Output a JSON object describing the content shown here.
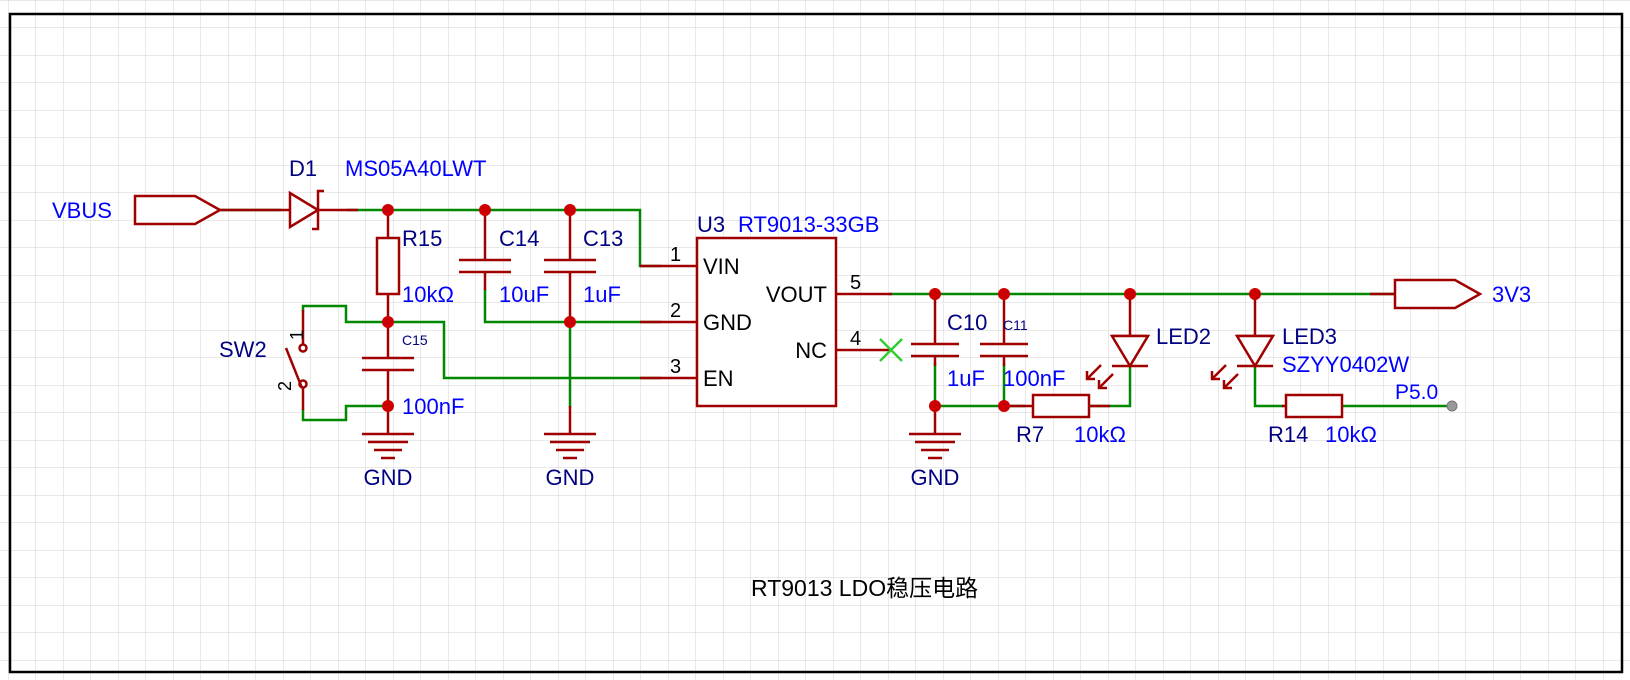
{
  "colors": {
    "background": "#ffffff",
    "grid": "#d3d3d3",
    "frame": "#000000",
    "wire": "#008800",
    "component": "#a00000",
    "junction": "#cc0000",
    "designator": "#000080",
    "value": "#0000ff",
    "no_connect": "#33cc33",
    "title": "#000000"
  },
  "title": "RT9013 LDO稳压电路",
  "ports": {
    "vbus": "VBUS",
    "v3v3": "3V3",
    "p50": "P5.0"
  },
  "diode": {
    "designator": "D1",
    "part": "MS05A40LWT"
  },
  "resistors": {
    "r15": {
      "designator": "R15",
      "value": "10kΩ"
    },
    "r7": {
      "designator": "R7",
      "value": "10kΩ"
    },
    "r14": {
      "designator": "R14",
      "value": "10kΩ"
    }
  },
  "capacitors": {
    "c14": {
      "designator": "C14",
      "value": "10uF"
    },
    "c13": {
      "designator": "C13",
      "value": "1uF"
    },
    "c15": {
      "designator": "C15",
      "value": "100nF"
    },
    "c10": {
      "designator": "C10",
      "value": "1uF"
    },
    "c11": {
      "designator": "C11",
      "value": "100nF"
    }
  },
  "switch": {
    "designator": "SW2",
    "pin1": "1",
    "pin2": "2"
  },
  "regulator": {
    "designator": "U3",
    "part": "RT9013-33GB",
    "pins": [
      {
        "num": "1",
        "name": "VIN"
      },
      {
        "num": "2",
        "name": "GND"
      },
      {
        "num": "3",
        "name": "EN"
      },
      {
        "num": "5",
        "name": "VOUT"
      },
      {
        "num": "4",
        "name": "NC"
      }
    ]
  },
  "leds": {
    "led2": {
      "designator": "LED2"
    },
    "led3": {
      "designator": "LED3",
      "part": "SZYY0402W"
    }
  },
  "grounds": [
    "GND",
    "GND",
    "GND"
  ]
}
